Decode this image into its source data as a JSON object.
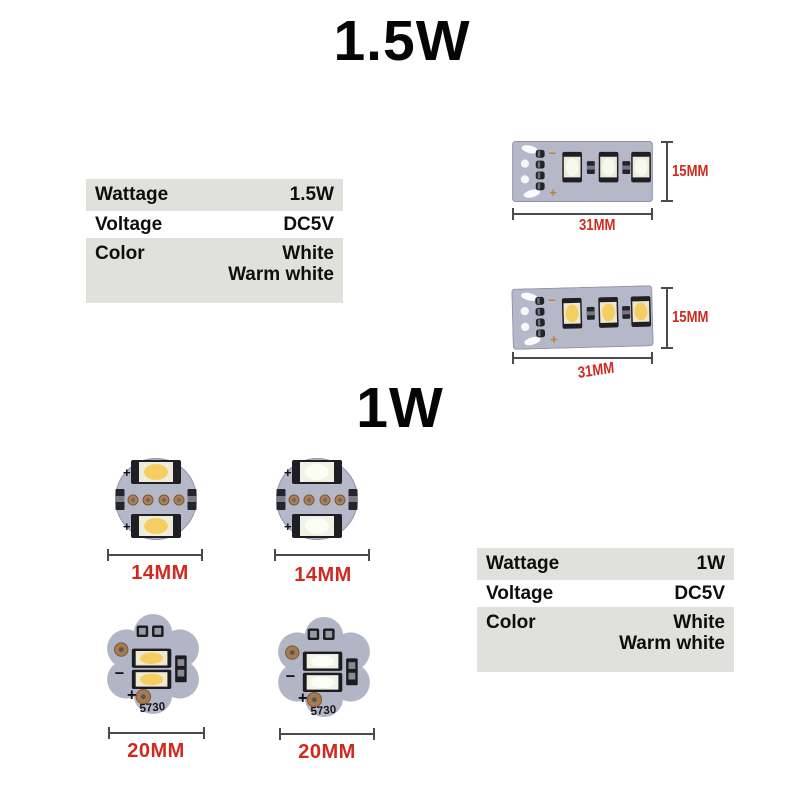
{
  "titles": {
    "section_15w": "1.5W",
    "section_1w": "1W"
  },
  "spec_tables": {
    "t15w": {
      "rows": [
        {
          "label": "Wattage",
          "value": "1.5W"
        },
        {
          "label": "Voltage",
          "value": "DC5V"
        },
        {
          "label": "Color",
          "value": "White",
          "value2": "Warm white"
        }
      ]
    },
    "t1w": {
      "rows": [
        {
          "label": "Wattage",
          "value": "1W"
        },
        {
          "label": "Voltage",
          "value": "DC5V"
        },
        {
          "label": "Color",
          "value": "White",
          "value2": "Warm white"
        }
      ]
    }
  },
  "dimensions": {
    "rect_cool": {
      "height": "15MM",
      "width": "31MM"
    },
    "rect_warm": {
      "height": "15MM",
      "width": "31MM"
    },
    "round_warm": {
      "diameter": "14MM"
    },
    "round_cool": {
      "diameter": "14MM"
    },
    "star_warm": {
      "diameter": "20MM"
    },
    "star_cool": {
      "diameter": "20MM"
    }
  },
  "pcb_markings": {
    "model": "5730",
    "plus": "+",
    "minus": "−"
  },
  "colors": {
    "dimension_label_red": "#cf2a20",
    "table_row_shade": "#e0e0dd",
    "pcb_board": "#b4b8c9",
    "warm_led_center": "#f5ce62",
    "cool_led_center": "#f6faee",
    "polarity_silk_orange": "#c77e2e"
  }
}
